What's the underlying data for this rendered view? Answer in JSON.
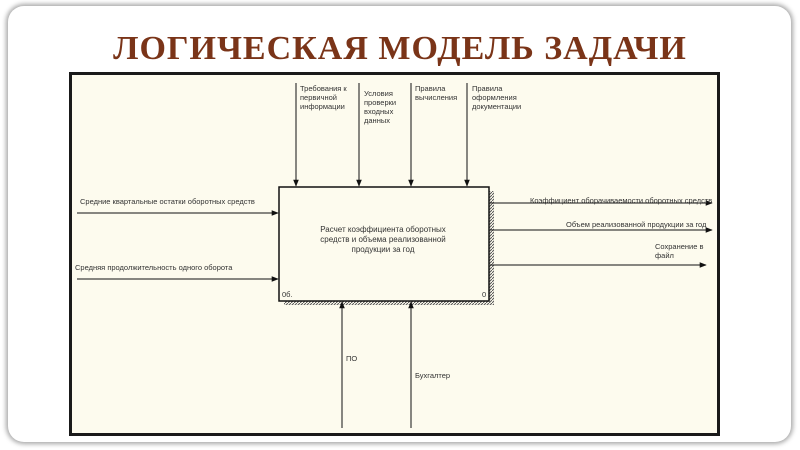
{
  "title": "ЛОГИЧЕСКАЯ МОДЕЛЬ ЗАДАЧИ",
  "process": {
    "label": "Расчет коэффициента оборотных\nсредств и объема реализованной\nпродукции за год",
    "node_id": "0б.",
    "node_number": "0"
  },
  "controls": [
    "Требования к\nпервичной\nинформации",
    "Условия\nпроверки\nвходных\nданных",
    "Правила\nвычисления",
    "Правила\nоформления\nдокументации"
  ],
  "inputs": [
    "Средние квартальные остатки оборотных средств",
    "Средняя продолжительность одного оборота"
  ],
  "outputs": [
    "Коэффициент оборачиваемости оборотных средств",
    "Объем реализованной продукции за год",
    "Сохранение в\nфайл"
  ],
  "mechanisms": [
    "ПО",
    "Бухгалтер"
  ]
}
